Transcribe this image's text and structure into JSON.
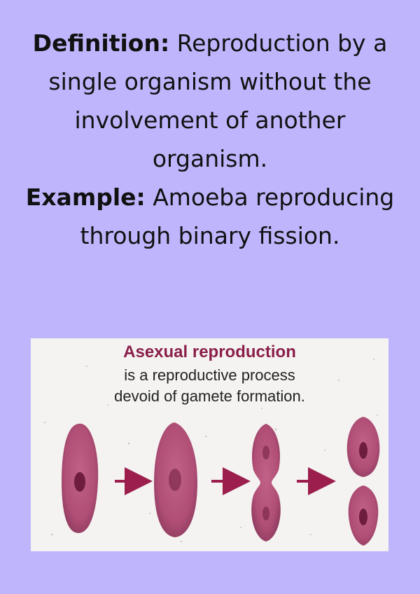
{
  "definition": {
    "label": "Definition:",
    "text": "Reproduction by a single organism without the involvement of another organism."
  },
  "example": {
    "label": "Example:",
    "text": "Amoeba reproducing through binary fission."
  },
  "figure": {
    "title": "Asexual reproduction",
    "line1": "is a reproductive process",
    "line2": "devoid of gamete formation.",
    "colors": {
      "cell": "#b4557a",
      "nucleus": "#6e1d3e",
      "arrow": "#9b1e4d",
      "title": "#8b1f4a"
    }
  }
}
